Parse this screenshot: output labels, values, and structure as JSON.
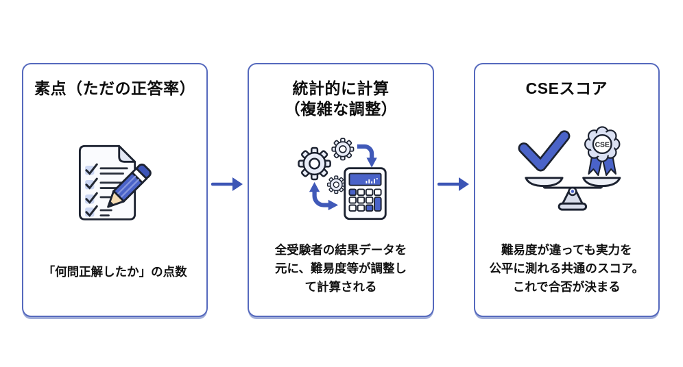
{
  "diagram": {
    "background": "#ffffff",
    "colors": {
      "card_border": "#5569bd",
      "accent_blue": "#4a63c8",
      "arrow_blue": "#3c55b5",
      "light_fill": "#e9edf8",
      "outline_dark": "#1c2230",
      "text": "#111111"
    },
    "cards": [
      {
        "title_lines": [
          "素点（ただの正答率）"
        ],
        "icon": "checklist-pencil-icon",
        "body_lines": [
          "「何問正解したか」の点数"
        ]
      },
      {
        "title_lines": [
          "統計的に計算",
          "（複雑な調整）"
        ],
        "icon": "gears-calculator-icon",
        "body_lines": [
          "全受験者の結果データを",
          "元に、難易度等が調整し",
          "て計算される"
        ]
      },
      {
        "title_lines": [
          "CSEスコア"
        ],
        "icon": "scale-check-badge-icon",
        "badge_label": "CSE",
        "body_lines": [
          "難易度が違っても実力を",
          "公平に測れる共通のスコア。",
          "これで合否が決まる"
        ]
      }
    ],
    "arrows": [
      "right-arrow",
      "right-arrow"
    ]
  }
}
